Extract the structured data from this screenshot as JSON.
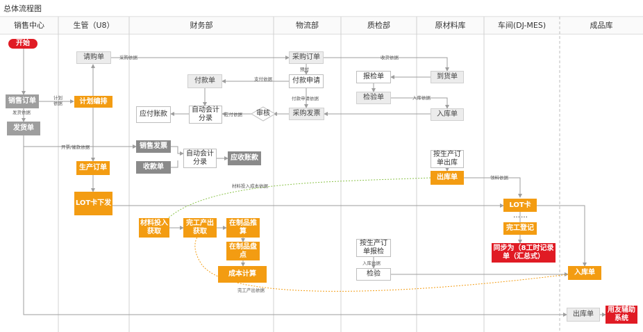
{
  "title": "总体流程图",
  "columns": [
    "销售中心",
    "生管（U8）",
    "财务部",
    "物流部",
    "质检部",
    "原材料库",
    "车间(DJ-MES)",
    "成品库"
  ],
  "nodes": {
    "start": "开始",
    "qinggou": "请购单",
    "caigou": "采购订单",
    "fukuanshenqing": "付款申请",
    "fukuandan": "付款单",
    "baojiandan": "报检单",
    "daohuodan": "到货单",
    "jianyandan": "检验单",
    "xiaoshoudingdan": "销售订单",
    "jihuabianpai": "计划编排",
    "yingfu": "应付账款",
    "zidong1": "自动会计分录",
    "shenhe": "审核",
    "caigoufapiao": "采购发票",
    "rukudan1": "入库单",
    "fahuodan": "发货单",
    "xiaoshoufapiao": "销售发票",
    "zidong2": "自动会计分录",
    "yingshou": "应收账款",
    "shoukuandan": "收款单",
    "shengchandingdan": "生产订单",
    "anshengchanchuku": "按生产订单出库",
    "chukudan1": "出库单",
    "lotxiafa": "LOT卡下发",
    "lotka": "LOT卡",
    "cailiaotouru": "材料投入获取",
    "wangongchanchu": "完工产出获取",
    "zaizhituisuan": "在制品推算",
    "zaizhipandian": "在制品盘点",
    "chengbenjisuan": "成本计算",
    "wangongdengji": "完工登记",
    "tongbu": "同步为（8工时记录单（汇总式）",
    "anshengchanbaojian": "按生产订单报检",
    "jianyan": "检验",
    "rukudan2": "入库单",
    "chukudan2": "出库单",
    "yongyou": "用友辅助系统",
    "dots": "……"
  },
  "labels": {
    "caigouyiju": "采购依据",
    "shouhuoyiju": "收货依据",
    "zhifuyiju": "支付依据",
    "fukuan": "预付",
    "fukuanshenqingyiju": "付款申请依据",
    "yingfuyiju": "应付依据",
    "rukuyiju": "入库依据",
    "jihuayiju": "计划依据",
    "fahuoyiju": "发货依据",
    "kaipiao": "开票/催款依据",
    "cailiaotourucb": "材料投入成本依据",
    "lingliaoyiju": "领料依据",
    "rukuyiju2": "入库依据",
    "wangongchanchuyiju": "完工产出依据"
  },
  "colors": {
    "orange": "#f39c12",
    "gray": "#9e9e9e",
    "red": "#e01b24",
    "line": "#9e9e9e",
    "green_dashed": "#8bc34a",
    "orange_dashed": "#f39c12"
  }
}
